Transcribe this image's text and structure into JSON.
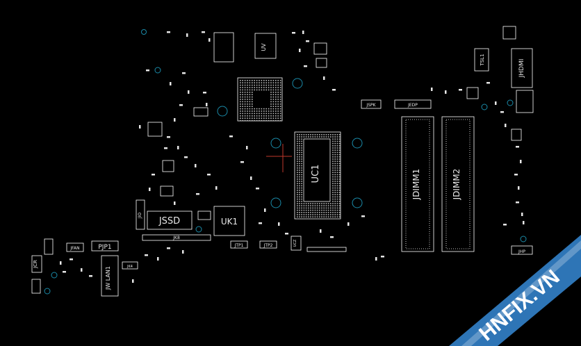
{
  "board": {
    "labels": {
      "ujssd": "JSSD",
      "uk1": "UK1",
      "uc1": "UC1",
      "jdimm1": "JDIMM1",
      "jdimm2": "JDIMM2",
      "jhdmi": "JHDMI",
      "jlan1": "JW LAN1",
      "pjp1": "PJP1",
      "jspk": "JSPK",
      "jedp": "JEDP",
      "tsl1": "TSL1",
      "jfan": "JFAN",
      "jk8": "JK8",
      "jtp1": "JTP1",
      "jtp2": "JTP2",
      "jhp": "JHP",
      "jcr": "JCR",
      "jk4": "JK4",
      "jio": "JIO",
      "uv": "UV",
      "ucz": "UCZ"
    }
  },
  "watermark": {
    "text": "HNFIX.VN",
    "accent": "#2e75b6"
  }
}
